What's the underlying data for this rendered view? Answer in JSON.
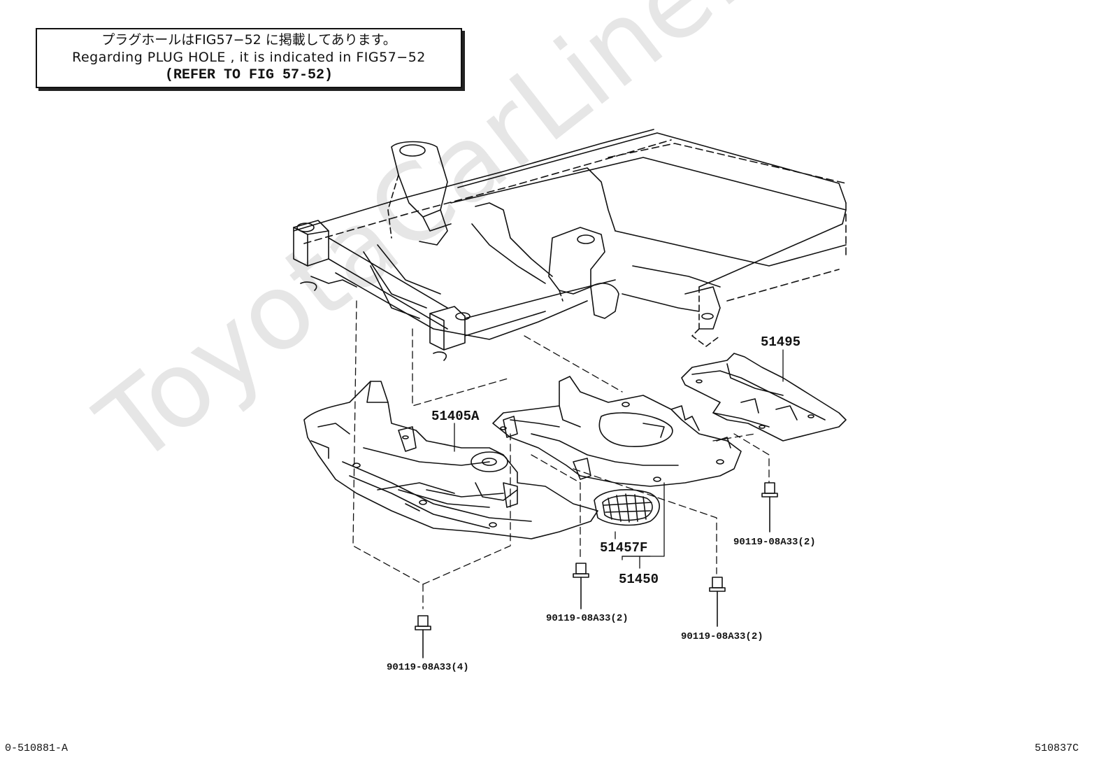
{
  "note": {
    "line1": "プラグホールはFIG57−52 に掲載してあります。",
    "line2": "Regarding PLUG HOLE , it is indicated in FIG57−52",
    "line3": "(REFER TO FIG 57-52)"
  },
  "watermark": "ToyotaCarLine.ru",
  "parts": {
    "p51495": "51495",
    "p51405A": "51405A",
    "p51457F": "51457F",
    "p51450": "51450",
    "bolt_right": "90119-08A33(2)",
    "bolt_center": "90119-08A33(2)",
    "bolt_center_right": "90119-08A33(2)",
    "bolt_left": "90119-08A33(4)"
  },
  "footer": {
    "left_code": "0-510881-A",
    "right_code": "510837C"
  }
}
